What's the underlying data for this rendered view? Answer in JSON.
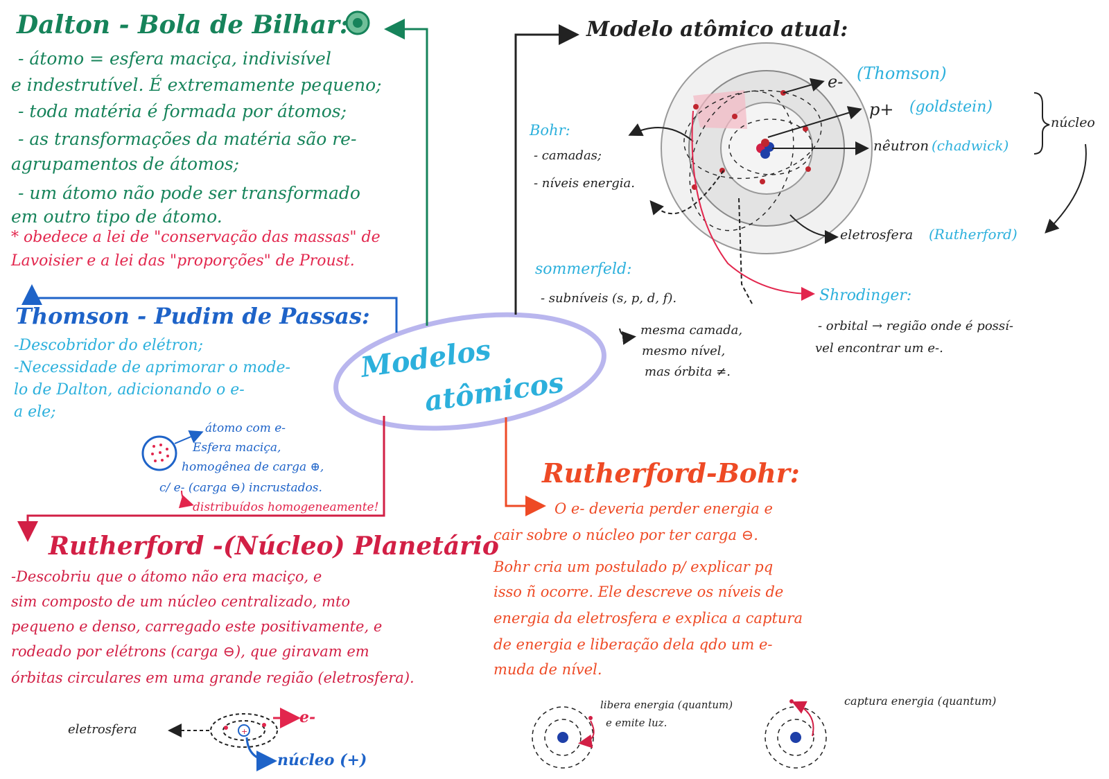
{
  "colors": {
    "dalton": "#16835a",
    "lavoisier": "#e2264d",
    "thomson": "#1e63c8",
    "rutherford": "#d21f45",
    "rutherford_bohr": "#ee4a25",
    "atual_labels": "#2cb0dc",
    "ink": "#222222",
    "center_oval": "#b9b6ee"
  },
  "center": {
    "line1": "Modelos",
    "line2": "atômicos"
  },
  "dalton": {
    "title": "Dalton - Bola de Bilhar:",
    "lines": [
      "- átomo = esfera maciça, indivisível",
      "e indestrutível. É extremamente pequeno;",
      "- toda matéria é formada por átomos;",
      "- as transformações da matéria são re-",
      "agrupamentos de átomos;",
      "- um átomo não pode ser transformado",
      "em outro tipo de átomo."
    ],
    "note_lines": [
      "* obedece a lei de \"conservação das massas\" de",
      "Lavoisier e a lei das \"proporções\" de Proust."
    ]
  },
  "thomson": {
    "title": "Thomson - Pudim de Passas:",
    "lines": [
      "-Descobridor do elétron;",
      "-Necessidade de aprimorar o mode-",
      "lo de Dalton, adicionando o e-",
      "a ele;"
    ],
    "diagram_lines": [
      "átomo com e-",
      "Esfera maciça,",
      "homogênea de carga ⊕,",
      "c/ e- (carga ⊖) incrustados.",
      "distribuídos homogeneamente!"
    ]
  },
  "rutherford": {
    "title": "Rutherford -(Núcleo) Planetário",
    "lines": [
      "-Descobriu que o átomo não era maciço, e",
      "sim composto de um núcleo centralizado, mto",
      "pequeno e denso, carregado este positivamente, e",
      "rodeado por elétrons (carga ⊖), que giravam em",
      "órbitas circulares em uma grande região (eletrosfera)."
    ],
    "diagram": {
      "eletrosfera": "eletrosfera",
      "eletron": "e-",
      "nucleo": "núcleo (+)"
    }
  },
  "rutherford_bohr": {
    "title": "Rutherford-Bohr:",
    "lines": [
      "O e- deveria perder energia e",
      "cair sobre o núcleo por ter carga ⊖.",
      "Bohr cria um postulado p/ explicar pq",
      "isso ñ ocorre. Ele descreve os níveis de",
      "energia da eletrosfera e explica a captura",
      "de energia e liberação dela qdo um e-",
      "muda de nível."
    ],
    "libera": [
      "libera energia (quantum)",
      "e emite luz."
    ],
    "captura": "captura energia (quantum)"
  },
  "atual": {
    "title": "Modelo atômico atual:",
    "eletron": "e-",
    "thomson": "(Thomson)",
    "proton": "p+",
    "goldstein": "(goldstein)",
    "neutron": "nêutron",
    "chadwick": "(chadwick)",
    "nucleo": "núcleo",
    "eletrosfera": "eletrosfera",
    "rutherford": "(Rutherford)",
    "bohr_title": "Bohr:",
    "bohr_lines": [
      "- camadas;",
      "- níveis energia."
    ],
    "sommerfeld_title": "sommerfeld:",
    "sommerfeld_line": "- subníveis (s, p, d, f).",
    "sommerfeld_sub": [
      "mesma camada,",
      "mesmo nível,",
      "mas órbita ≠."
    ],
    "schrodinger_title": "Shrodinger:",
    "schrodinger_lines": [
      "- orbital → região onde é possí-",
      "vel encontrar um e-."
    ]
  }
}
